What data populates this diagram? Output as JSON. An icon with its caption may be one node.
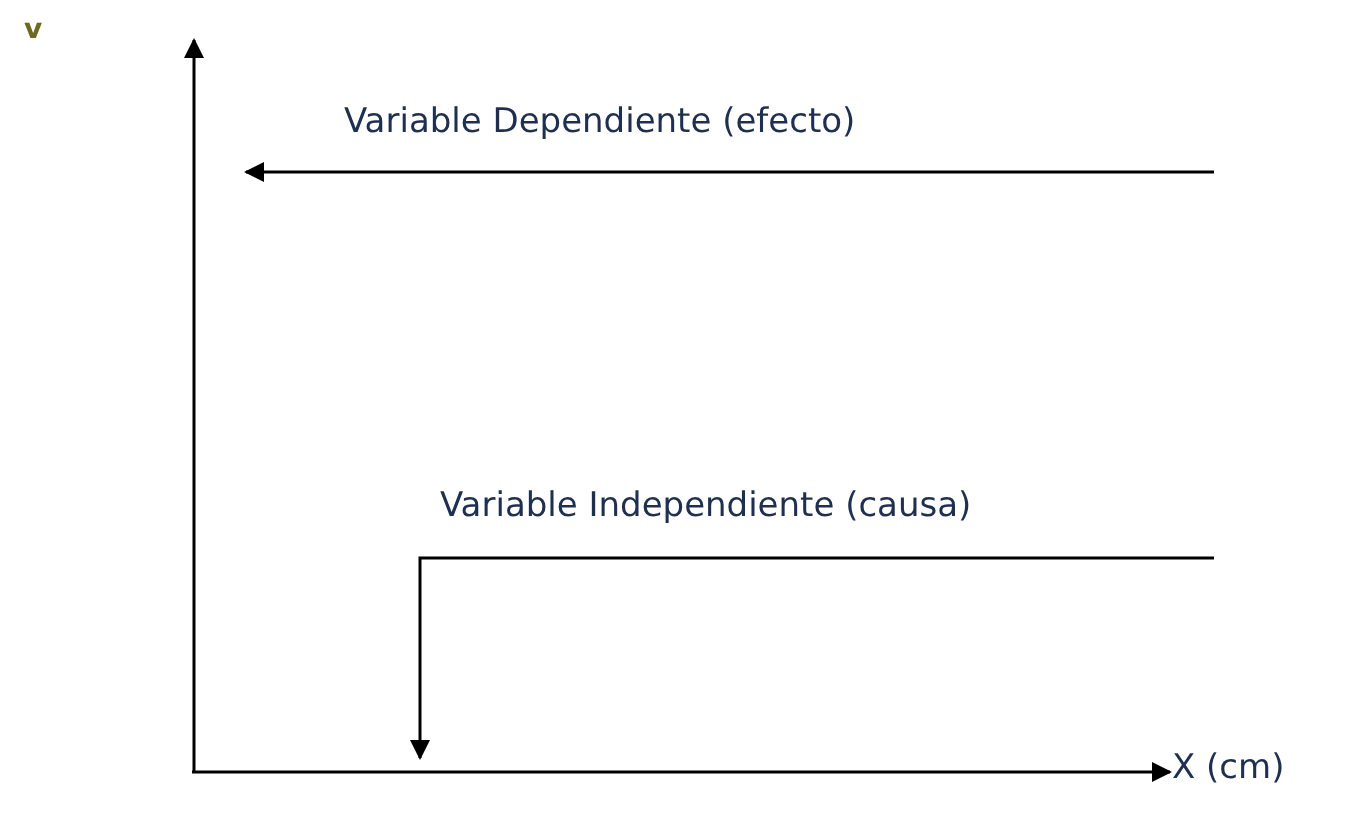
{
  "diagram": {
    "labels": [
      "v",
      "Variable Dependiente (efecto)",
      "Variable Independiente (causa)",
      "X (cm)"
    ]
  }
}
